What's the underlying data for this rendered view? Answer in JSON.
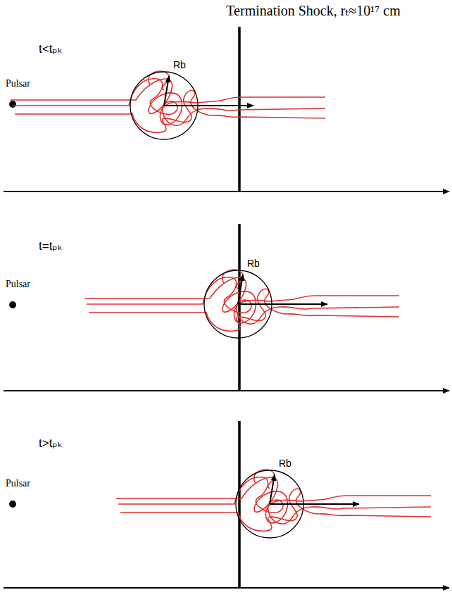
{
  "diagram": {
    "title": "Termination Shock, rₜ≈10¹⁷ cm",
    "labels": [
      "t<tₚₖ",
      "Pulsar",
      "Rb",
      "t=tₚₖ",
      "Pulsar",
      "Rb",
      "t>tₚₖ",
      "Pulsar",
      "Rb"
    ]
  }
}
